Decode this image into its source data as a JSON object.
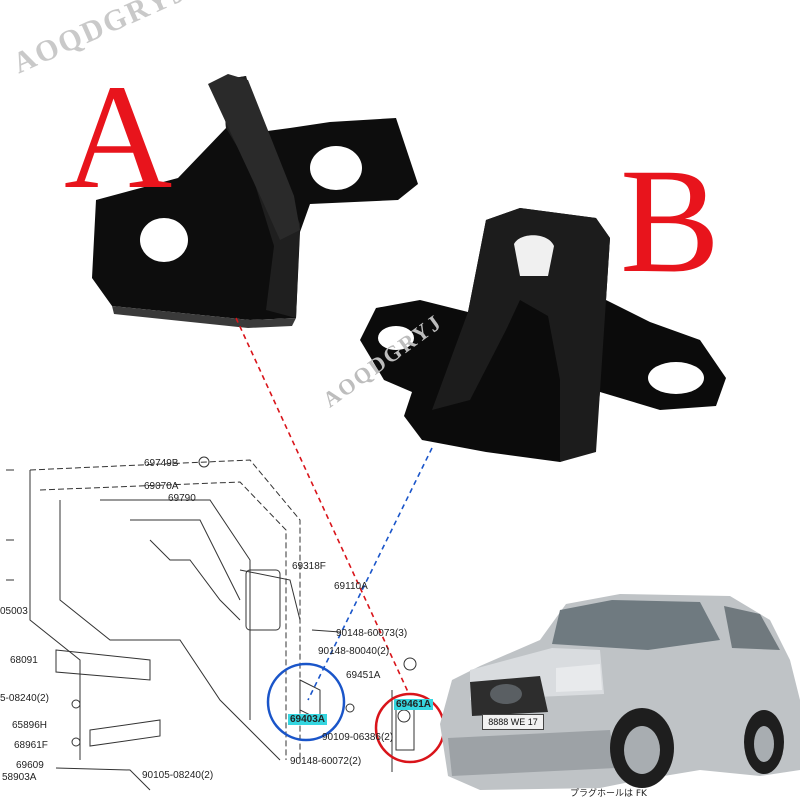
{
  "labels": {
    "a": "A",
    "b": "B"
  },
  "watermark": {
    "text_top": "AOQDGRYJ",
    "text_mid": "AOQDGRYJ"
  },
  "parts": [
    "69749B",
    "69070A",
    "69790",
    "69318F",
    "69110A",
    "90148-60073(3)",
    "90148-80040(2)",
    "69451A",
    "69461A",
    "69403A",
    "90109-06386(2)",
    "90148-60072(2)",
    "90105-08240(2)",
    "68091",
    "68961F",
    "65896H",
    "69609",
    "58903A",
    "05003",
    "5-08240(2)"
  ],
  "diagram_note": "プラグホールは FK",
  "plate": "8888 WE 17",
  "colors": {
    "accent_red": "#e8141c",
    "highlight_cyan": "#35d6e0",
    "circle_blue": "#1a55c9",
    "circle_red": "#d9141a"
  }
}
